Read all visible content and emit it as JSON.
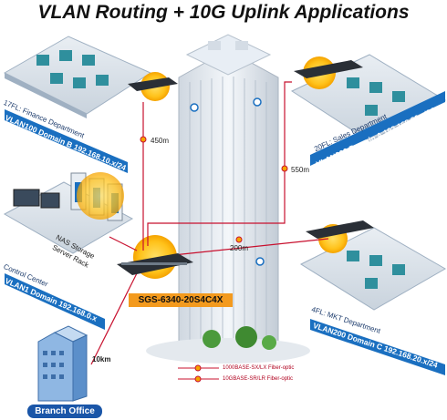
{
  "title": "VLAN Routing + 10G Uplink Applications",
  "switch_model": "SGS-6340-20S4C4X",
  "departments": {
    "finance": {
      "floor": "17FL: Finance Department",
      "vlan": "VLAN100 Domain B 192.168.10.x/24"
    },
    "sales": {
      "floor": "20FL: Sales Department",
      "vlan": "VLAN300 Domain A 192.168.30.x/24"
    },
    "mkt": {
      "floor": "4FL: MKT Department",
      "vlan": "VLAN200 Domain C 192.168.20.x/24"
    },
    "control": {
      "floor": "Control Center",
      "vlan": "VLAN1 Domain 192.168.0.x"
    }
  },
  "nas_label_1": "NAS Storage",
  "nas_label_2": "Server Rack",
  "distances": {
    "finance": "450m",
    "sales": "550m",
    "mkt": "200m",
    "branch": "10km"
  },
  "branch_office": "Branch Office",
  "legend": {
    "fiber_1g": "1000BASE-SX/LX Fiber-optic",
    "fiber_10g": "10GBASE-SR/LR Fiber-optic"
  },
  "colors": {
    "vlan_banner": "#1a6fc0",
    "fiber_line": "#c8102e",
    "model_badge": "#f39a1e",
    "branch_badge": "#1a56a8",
    "building": "#dfe6ee"
  }
}
